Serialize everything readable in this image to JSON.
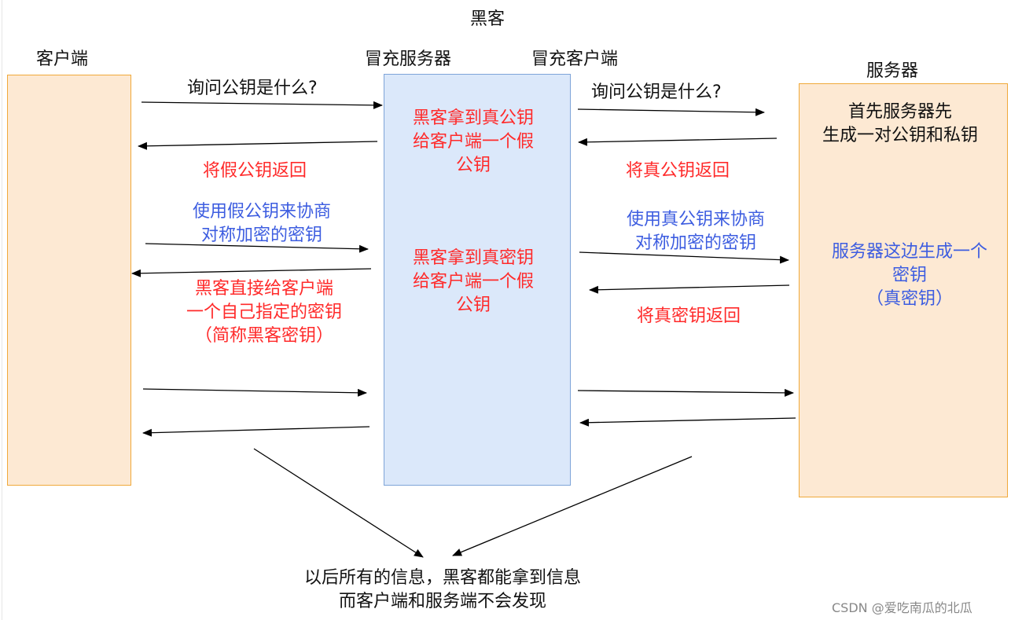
{
  "title": "黑客",
  "columns": {
    "client": "客户端",
    "fake_server": "冒充服务器",
    "fake_client": "冒充客户端",
    "server": "服务器"
  },
  "boxes": {
    "hacker_text_1": [
      "黑客拿到真公钥",
      "给客户端一个假",
      "公钥"
    ],
    "hacker_text_2": [
      "黑客拿到真密钥",
      "给客户端一个假",
      "公钥"
    ],
    "server_text_1": [
      "首先服务器先",
      "生成一对公钥和私钥"
    ],
    "server_text_2": [
      "服务器这边生成一个",
      "密钥",
      "（真密钥）"
    ]
  },
  "messages": {
    "ask_pubkey_left": "询问公钥是什么?",
    "ask_pubkey_right": "询问公钥是什么?",
    "return_fake_pubkey": "将假公钥返回",
    "return_real_pubkey": "将真公钥返回",
    "negotiate_fake": [
      "使用假公钥来协商",
      "对称加密的密钥"
    ],
    "negotiate_real": [
      "使用真公钥来协商",
      "对称加密的密钥"
    ],
    "hacker_key": [
      "黑客直接给客户端",
      "一个自己指定的密钥",
      "（简称黑客密钥）"
    ],
    "return_real_key": "将真密钥返回"
  },
  "conclusion": [
    "以后所有的信息，黑客都能拿到信息",
    "而客户端和服务端不会发现"
  ],
  "watermark": "CSDN @爱吃南瓜的北瓜",
  "colors": {
    "orange_fill": "#fde9d3",
    "orange_border": "#f0a93a",
    "blue_fill": "#dbe8fa",
    "blue_border": "#7ea4d8",
    "red_text": "#ff2a2a",
    "blue_text": "#3d5de0"
  }
}
